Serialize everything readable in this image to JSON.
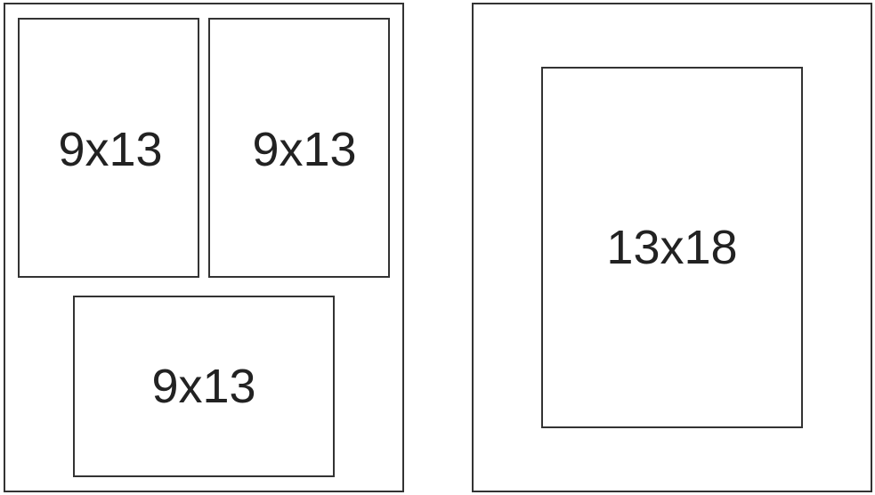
{
  "left_frame": {
    "slots": [
      {
        "label": "9x13"
      },
      {
        "label": "9x13"
      },
      {
        "label": "9x13"
      }
    ]
  },
  "right_frame": {
    "slots": [
      {
        "label": "13x18"
      }
    ]
  }
}
